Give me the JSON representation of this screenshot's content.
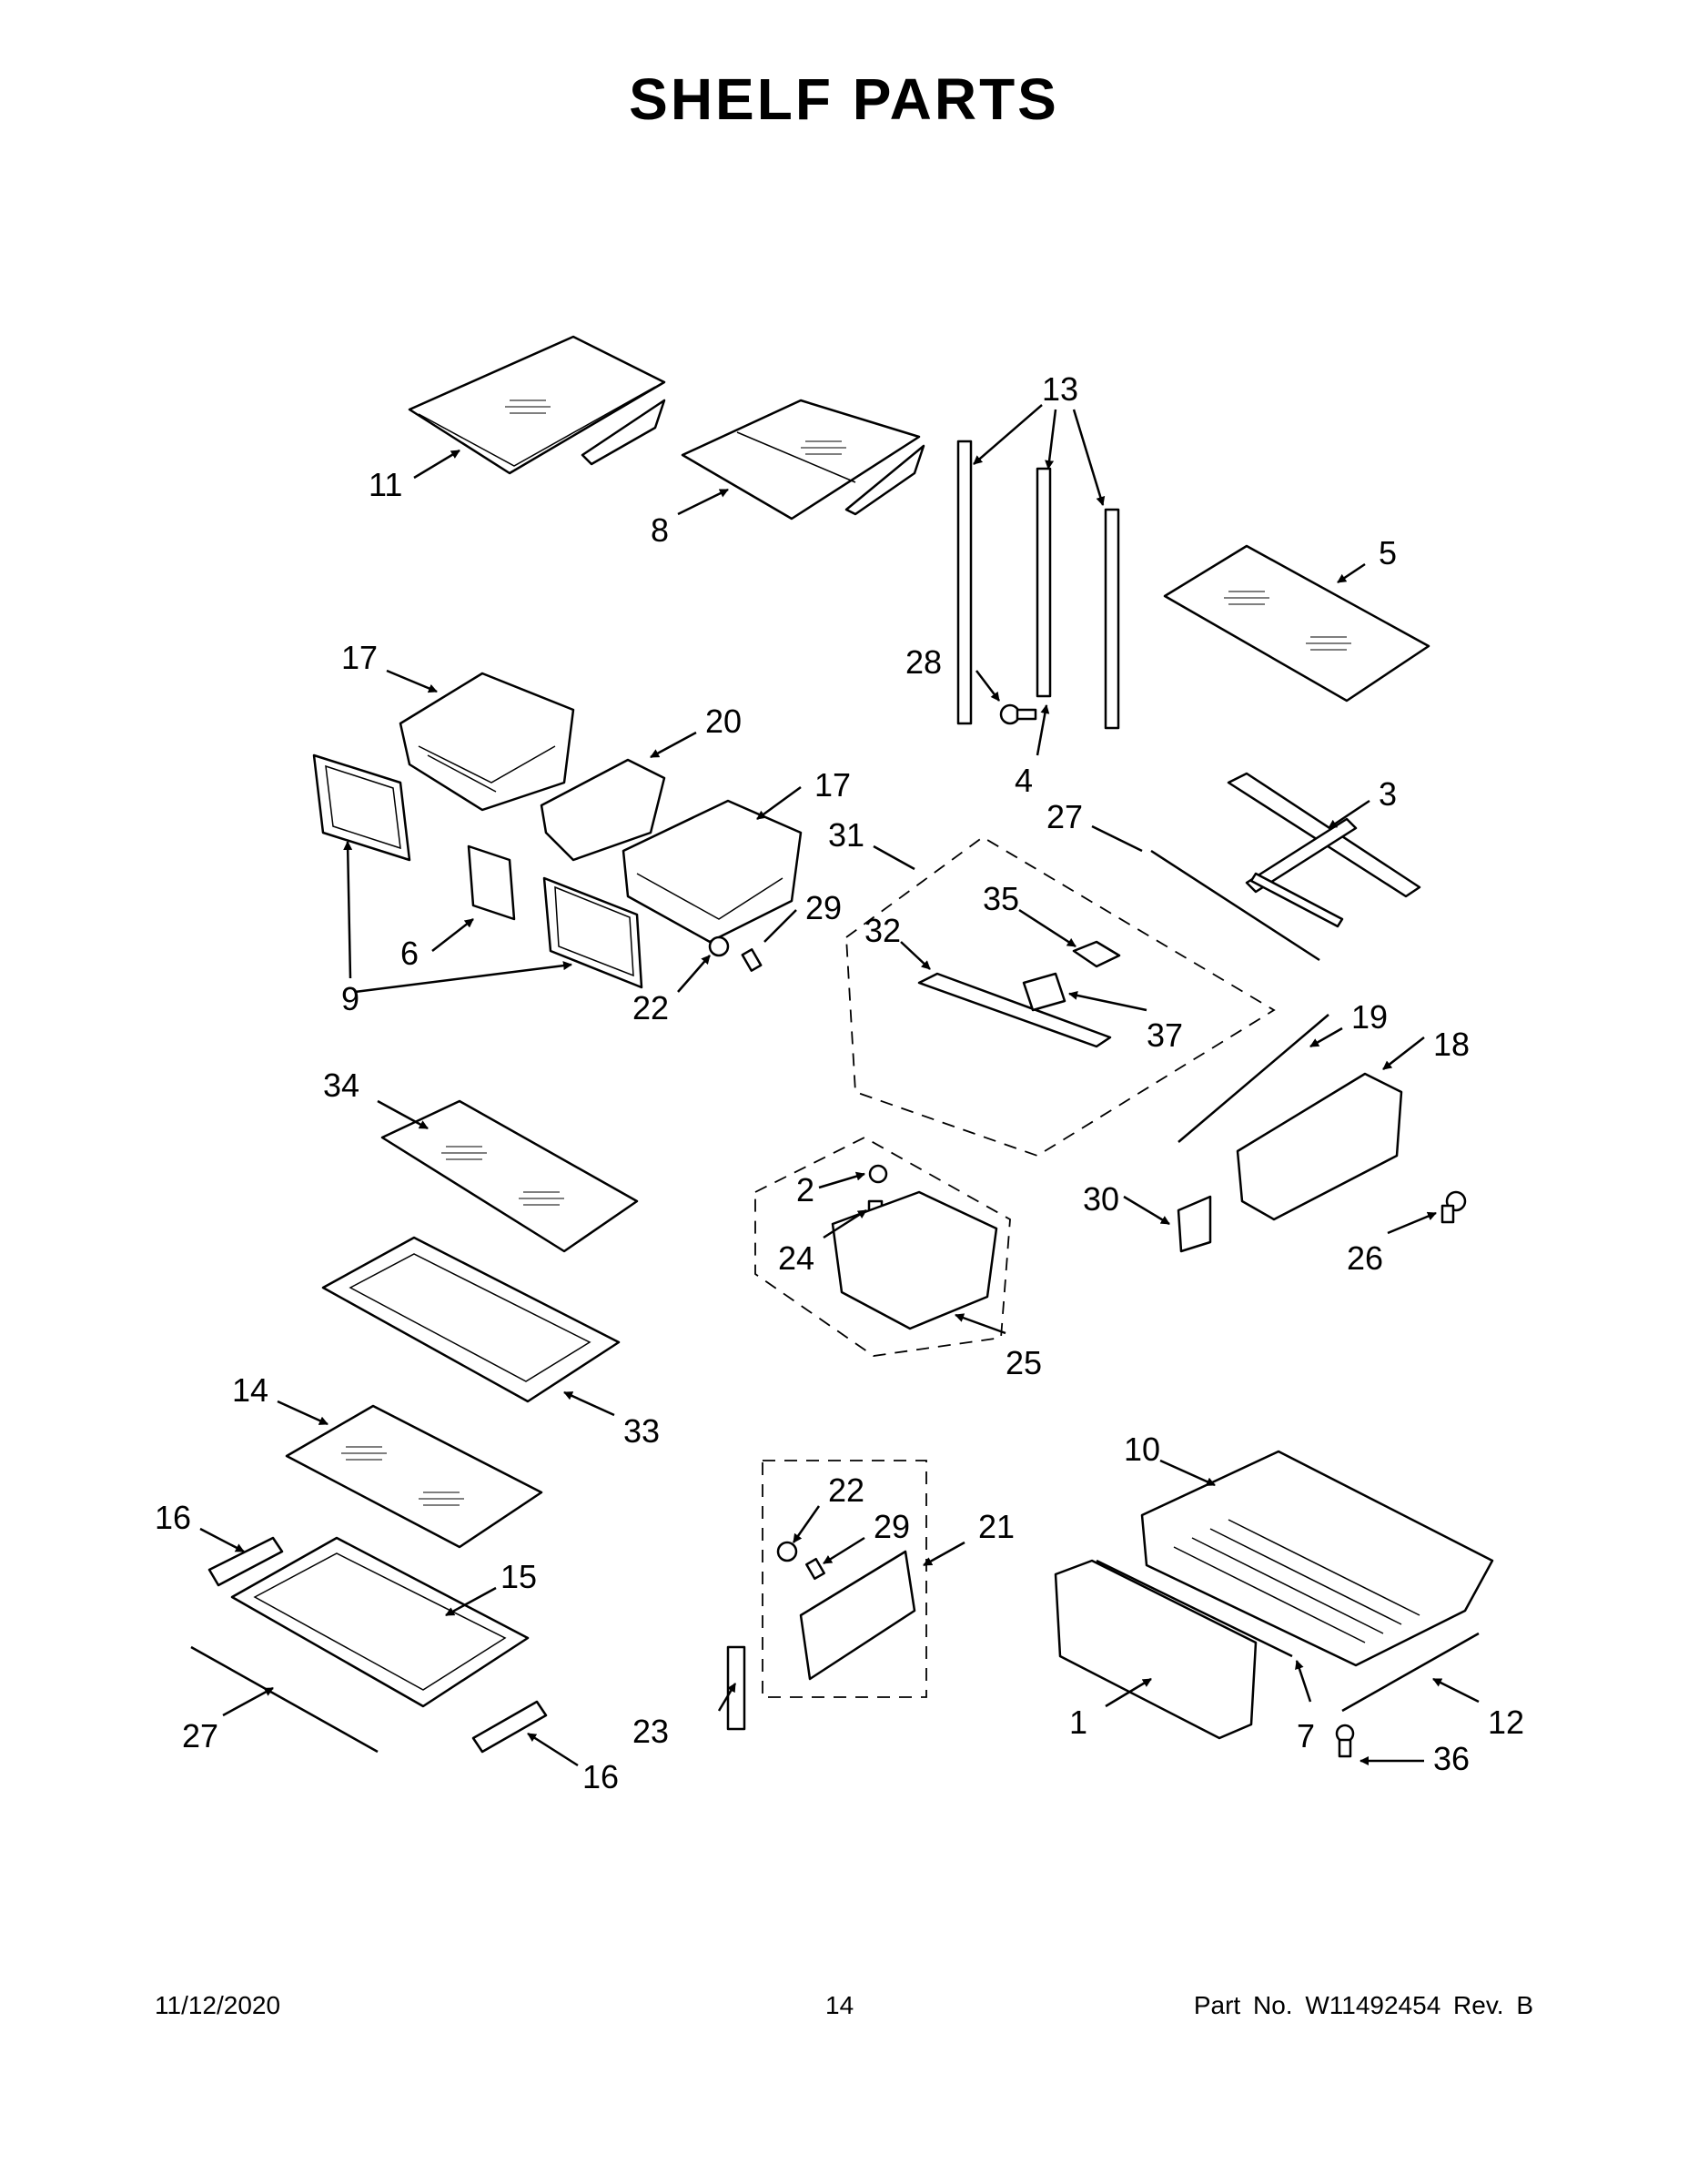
{
  "title": "SHELF PARTS",
  "callouts": [
    "1",
    "2",
    "3",
    "4",
    "5",
    "6",
    "7",
    "8",
    "9",
    "10",
    "11",
    "12",
    "13",
    "14",
    "15",
    "16",
    "16",
    "17",
    "17",
    "18",
    "19",
    "20",
    "21",
    "22",
    "22",
    "23",
    "24",
    "25",
    "26",
    "27",
    "27",
    "28",
    "29",
    "29",
    "30",
    "31",
    "32",
    "33",
    "34",
    "35",
    "36",
    "37"
  ],
  "footer": {
    "date": "11/12/2020",
    "page": "14",
    "part": "Part No.  W11492454  Rev.  B"
  }
}
